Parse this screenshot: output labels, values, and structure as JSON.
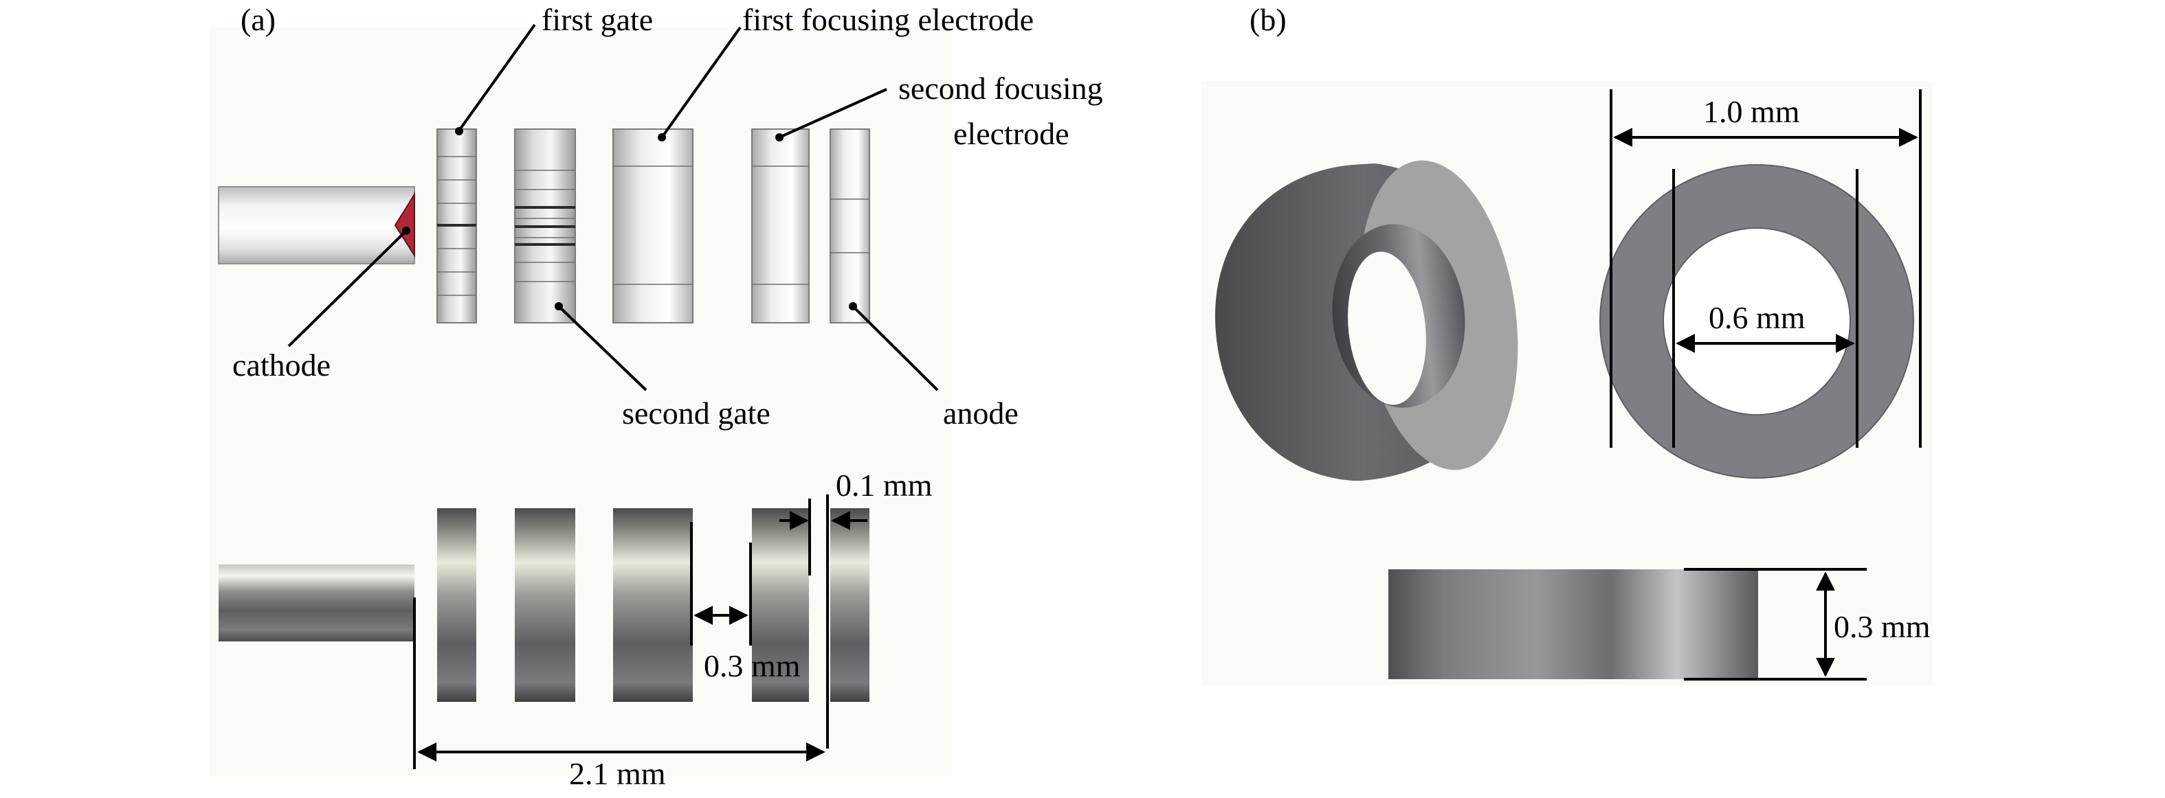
{
  "panel_a": {
    "tag": "(a)",
    "labels": {
      "first_gate": "first gate",
      "first_focusing_electrode": "first focusing electrode",
      "second_focusing_electrode_line1": "second focusing",
      "second_focusing_electrode_line2": "electrode",
      "cathode": "cathode",
      "second_gate": "second gate",
      "anode": "anode"
    },
    "dimensions": {
      "anode_gap": "0.1 mm",
      "electrode_gap": "0.3 mm",
      "total_length": "2.1 mm"
    }
  },
  "panel_b": {
    "tag": "(b)",
    "dimensions": {
      "outer_diameter": "1.0 mm",
      "inner_diameter": "0.6 mm",
      "thickness": "0.3 mm"
    }
  },
  "colors": {
    "background_panel": "#fafaf7",
    "cathode_tip": "#b02838",
    "ring_face": "#7e7f84"
  }
}
